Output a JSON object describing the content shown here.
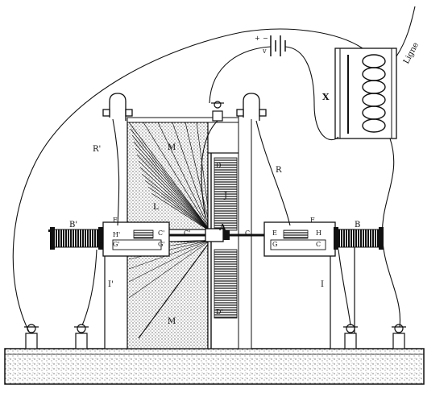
{
  "labels": {
    "ligne": "Ligne",
    "x": "X",
    "battery_plus": "+",
    "battery_minus": "−",
    "v": "v",
    "r_prime": "R'",
    "r": "R",
    "m_top": "M",
    "m_bottom": "M",
    "l": "L",
    "j": "J",
    "d": "D",
    "d_prime": "D'",
    "a": "A",
    "c_prime": "C'",
    "c": "C",
    "b_prime": "B'",
    "b": "B",
    "f_prime": "F'",
    "f": "F",
    "h_prime_l": "H'",
    "g_prime_l": "G'",
    "c_prime_l": "C'",
    "g_prime_l2": "G'",
    "e": "E",
    "h": "H",
    "g_r": "G",
    "c_r": "C",
    "i_prime": "I'",
    "i": "I"
  },
  "colors": {
    "ink": "#111111",
    "paper": "#ffffff"
  }
}
